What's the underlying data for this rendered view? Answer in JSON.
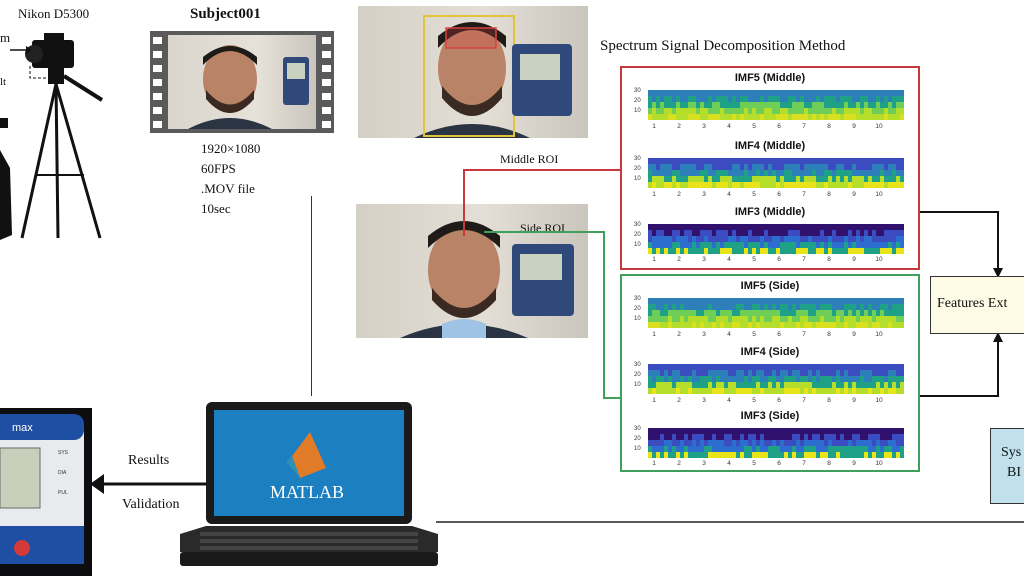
{
  "camera": {
    "label": "Nikon D5300",
    "partial_label_1": "m",
    "partial_label_2": "lt"
  },
  "subject": {
    "title": "Subject001",
    "specs": [
      "1920×1080",
      "60FPS",
      ".MOV file",
      "10sec"
    ]
  },
  "method": {
    "title": "Spectrum Signal Decomposition Method"
  },
  "rois": {
    "middle": "Middle ROI",
    "side": "Side ROI"
  },
  "middle_panel": {
    "color": "#c8383c",
    "rows": [
      {
        "title": "IMF5 (Middle)"
      },
      {
        "title": "IMF4 (Middle)"
      },
      {
        "title": "IMF3 (Middle)"
      }
    ]
  },
  "side_panel": {
    "color": "#3fa05a",
    "rows": [
      {
        "title": "IMF5 (Side)"
      },
      {
        "title": "IMF4 (Side)"
      },
      {
        "title": "IMF3 (Side)"
      }
    ]
  },
  "axis": {
    "y_ticks": [
      "30",
      "20",
      "10"
    ],
    "x_ticks": [
      "1",
      "2",
      "3",
      "4",
      "5",
      "6",
      "7",
      "8",
      "9",
      "10"
    ]
  },
  "features": {
    "label": "Features Ext"
  },
  "system": {
    "line1": "Sys",
    "line2": "BI"
  },
  "arrows": {
    "results": "Results",
    "validation": "Validation"
  },
  "laptop": {
    "logo": "MATLAB"
  },
  "bp_monitor": {
    "brand": "max",
    "labels": [
      "SYS",
      "DIA",
      "PUL"
    ]
  }
}
